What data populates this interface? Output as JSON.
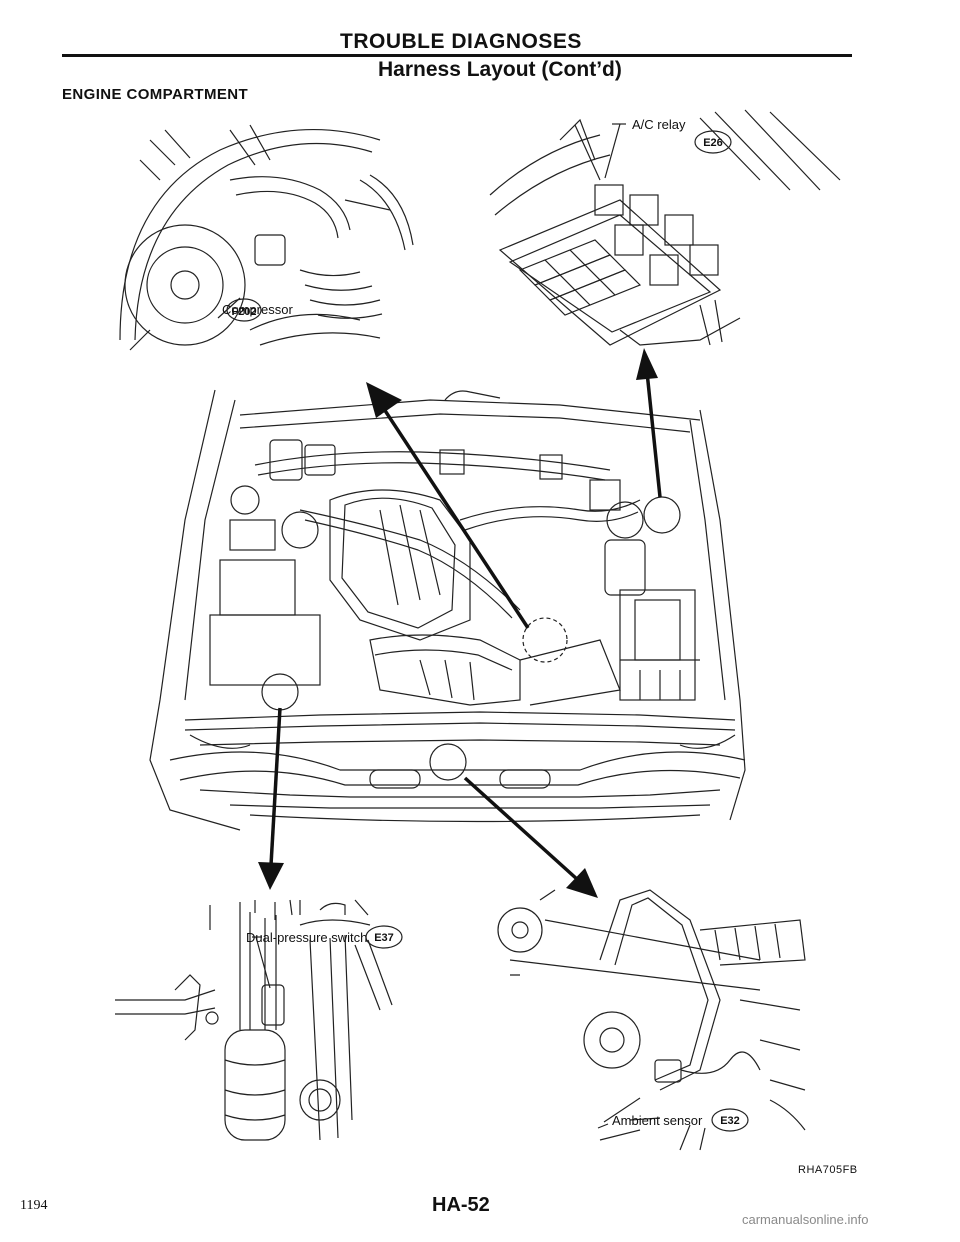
{
  "header": {
    "title": "TROUBLE DIAGNOSES",
    "subtitle": "Harness Layout (Cont’d)"
  },
  "section_label": "ENGINE COMPARTMENT",
  "callouts": {
    "compressor": {
      "label": "Compressor",
      "connector": "F202"
    },
    "ac_relay": {
      "label": "A/C relay",
      "connector": "E26"
    },
    "dual_pressure_switch": {
      "label": "Dual-pressure switch",
      "connector": "E37"
    },
    "ambient_sensor": {
      "label": "Ambient sensor",
      "connector": "E32"
    }
  },
  "figure_code": "RHA705FB",
  "footer": {
    "page_number": "1194",
    "page_id": "HA-52",
    "watermark": "carmanualsonline.info"
  }
}
